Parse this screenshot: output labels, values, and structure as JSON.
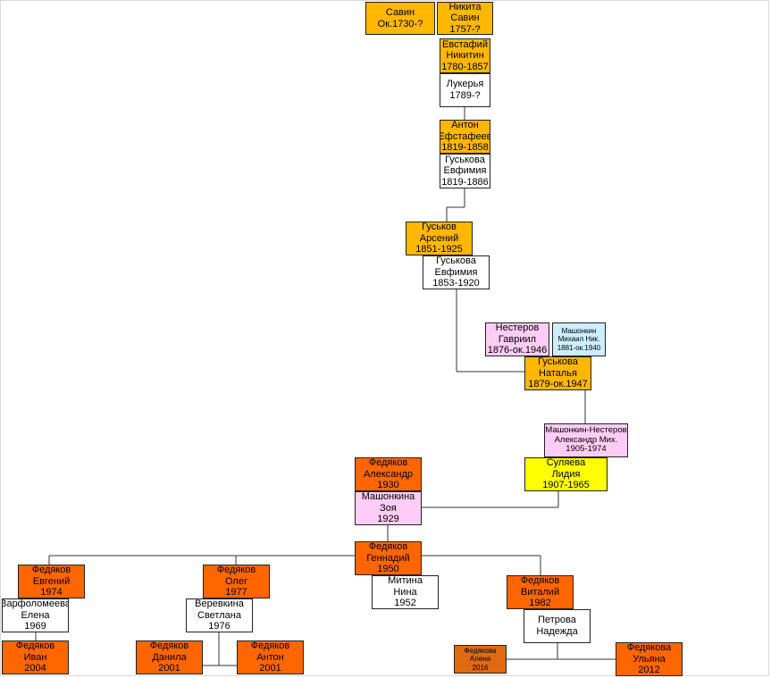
{
  "colors": {
    "gold": "#FFB700",
    "white": "#FFFFFF",
    "pink": "#FFCCF5",
    "lightblue": "#CCEEFF",
    "yellow": "#FFFF00",
    "orange": "#FF6600",
    "darkorange": "#E06A10",
    "line": "#333333",
    "text": "#000000"
  },
  "persons": {
    "savin": {
      "lines": [
        "Савин",
        "Ок.1730-?"
      ],
      "color": "gold"
    },
    "nikita": {
      "lines": [
        "Никита",
        "Савин",
        "1757-?"
      ],
      "color": "gold"
    },
    "evstafiy": {
      "lines": [
        "Евстафий",
        "Никитин",
        "1780-1857"
      ],
      "color": "gold"
    },
    "lukerya": {
      "lines": [
        "Лукерья",
        "1789-?"
      ],
      "color": "white"
    },
    "anton_e": {
      "lines": [
        "Антон",
        "Ефстафеев",
        "1819-1858"
      ],
      "color": "gold"
    },
    "guskova_e1": {
      "lines": [
        "Гуськова",
        "Евфимия",
        "1819-1886"
      ],
      "color": "white"
    },
    "guskov_a": {
      "lines": [
        "Гуськов",
        "Арсений",
        "1851-1925"
      ],
      "color": "gold"
    },
    "guskova_e2": {
      "lines": [
        "Гуськова",
        "Евфимия",
        "1853-1920"
      ],
      "color": "white"
    },
    "nesterov": {
      "lines": [
        "Нестеров",
        "Гавриил",
        "1876-ок.1946"
      ],
      "color": "pink"
    },
    "mashonkin_m": {
      "lines": [
        "Машонкин",
        "Михаил Ник.",
        "1881-ок.1940"
      ],
      "color": "lightblue"
    },
    "guskova_n": {
      "lines": [
        "Гуськова",
        "Наталья",
        "1879-ок.1947"
      ],
      "color": "gold"
    },
    "mashonkin_a": {
      "lines": [
        "Машонкин-Нестеров",
        "Александр Мих.",
        "1905-1974"
      ],
      "color": "pink"
    },
    "sulyaeva": {
      "lines": [
        "Суляева",
        "Лидия",
        "1907-1965"
      ],
      "color": "yellow"
    },
    "fedyakov_a": {
      "lines": [
        "Федяков",
        "Александр",
        "1930"
      ],
      "color": "orange"
    },
    "mashonkina_z": {
      "lines": [
        "Машонкина",
        "Зоя",
        "1929"
      ],
      "color": "pink"
    },
    "fedyakov_g": {
      "lines": [
        "Федяков",
        "Геннадий",
        "1950"
      ],
      "color": "orange"
    },
    "mitina": {
      "lines": [
        "Митина",
        "Нина",
        "1952"
      ],
      "color": "white"
    },
    "fedyakov_ev": {
      "lines": [
        "Федяков",
        "Евгений",
        "1974"
      ],
      "color": "orange"
    },
    "varfolomeeva": {
      "lines": [
        "Варфоломеева",
        "Елена",
        "1969"
      ],
      "color": "white"
    },
    "fedyakov_iv": {
      "lines": [
        "Федяков",
        "Иван",
        "2004"
      ],
      "color": "orange"
    },
    "fedyakov_ol": {
      "lines": [
        "Федяков",
        "Олег",
        "1977"
      ],
      "color": "orange"
    },
    "verevkina": {
      "lines": [
        "Веревкина",
        "Светлана",
        "1976"
      ],
      "color": "white"
    },
    "fedyakov_dan": {
      "lines": [
        "Федяков",
        "Данила",
        "2001"
      ],
      "color": "orange"
    },
    "fedyakov_ant": {
      "lines": [
        "Федяков",
        "Антон",
        "2001"
      ],
      "color": "orange"
    },
    "fedyakov_vit": {
      "lines": [
        "Федяков",
        "Виталий",
        "1982"
      ],
      "color": "orange"
    },
    "petrova": {
      "lines": [
        "Петрова",
        "Надежда"
      ],
      "color": "white"
    },
    "fedyakova_al": {
      "lines": [
        "Федякова",
        "Алена",
        "2016"
      ],
      "color": "darkorange"
    },
    "fedyakova_ul": {
      "lines": [
        "Федякова",
        "Ульяна",
        "2012"
      ],
      "color": "orange"
    }
  }
}
